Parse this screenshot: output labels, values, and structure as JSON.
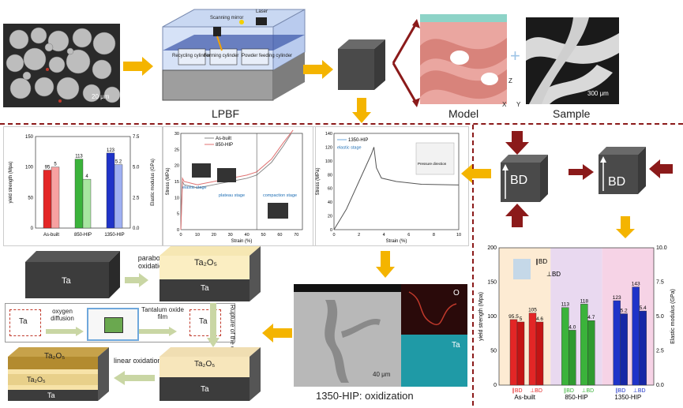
{
  "top": {
    "powder_scale": "20 μm",
    "machine_labels": [
      "Scanning mirror",
      "Laser",
      "Recycling cylinder",
      "Forming cylinder",
      "Powder feeding cylinder"
    ],
    "lpbf_label": "LPBF",
    "model_label": "Model",
    "sample_label": "Sample",
    "sample_scale": "300 μm",
    "axes": [
      "Z",
      "X",
      "Y"
    ]
  },
  "chart1": {
    "ylabel_left": "yield strength (Mpa)",
    "ylabel_right": "Elastic modulus (GPa)",
    "groups": [
      "As-built",
      "850-HIP",
      "1350-HIP"
    ],
    "yield": [
      95,
      113,
      123
    ],
    "modulus": [
      5,
      4.0,
      5.2
    ],
    "yticks": [
      "0",
      "50",
      "100",
      "150"
    ],
    "rticks": [
      "0.0",
      "2.5",
      "5.0",
      "7.5"
    ]
  },
  "chart2": {
    "legend": [
      "As-built",
      "850-HIP"
    ],
    "ylabel": "Stress (MPa)",
    "xlabel": "Strain (%)",
    "xticks": [
      "0",
      "10",
      "20",
      "30",
      "40",
      "50",
      "60",
      "70"
    ],
    "yticks": [
      "0",
      "5",
      "10",
      "15",
      "20",
      "25",
      "30"
    ],
    "stages": [
      "elastic stage",
      "plateau stage",
      "compaction stage"
    ]
  },
  "chart3": {
    "legend": "1350-HIP",
    "ylabel": "Stress (MPa)",
    "xlabel": "Strain (%)",
    "xticks": [
      "0",
      "2",
      "4",
      "6",
      "8",
      "10"
    ],
    "yticks": [
      "0",
      "20",
      "40",
      "60",
      "80",
      "100",
      "120",
      "140"
    ],
    "stage": "elastic stage",
    "inset": "Pressure direction"
  },
  "bd_labels": [
    "BD",
    "BD"
  ],
  "oxidation": {
    "ta": "Ta",
    "ta2o5": "Ta₂O₅",
    "parabolic": "parabolic oxidation",
    "oxygen_diffusion": "oxygen diffusion",
    "tantalum_oxide_film": "Tantalum oxide film",
    "rupture": "Rupture of the oxide film",
    "linear": "linear oxidation",
    "caption": "1350-HIP: oxidization",
    "sem_scale": "40 μm",
    "edx": [
      "O",
      "Ta"
    ]
  },
  "chart4": {
    "ylabel_left": "yield strength (Mpa)",
    "ylabel_right": "Elastic modulus (GPa)",
    "groups": [
      "As-built",
      "850-HIP",
      "1350-HIP"
    ],
    "yticks": [
      "0",
      "50",
      "100",
      "150",
      "200"
    ],
    "rticks": [
      "0.0",
      "2.5",
      "5.0",
      "7.5",
      "10.0"
    ],
    "parallel": "∥BD",
    "perp": "⊥BD",
    "yield_par": [
      95.5,
      113,
      123
    ],
    "yield_perp": [
      105,
      118,
      143
    ],
    "mod_par": [
      4.6,
      4.0,
      5.2
    ],
    "mod_perp": [
      4.6,
      4.7,
      5.4
    ],
    "bar_labels_par": [
      "95.5",
      "113",
      "123"
    ],
    "bar_labels_perp": [
      "105",
      "118",
      "143"
    ],
    "mod_labels_par": [
      "5",
      "4.0",
      "5.2"
    ],
    "mod_labels_perp": [
      "4.6",
      "4.7",
      "5.4"
    ],
    "xlabels": [
      "∥BD",
      "⊥BD",
      "∥BD",
      "⊥BD",
      "∥BD",
      "⊥BD"
    ]
  }
}
